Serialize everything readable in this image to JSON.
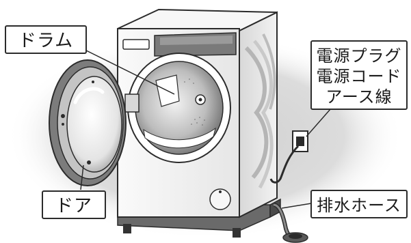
{
  "labels": {
    "drum": "ドラム",
    "door": "ドア",
    "power": [
      "電源プラグ",
      "電源コード",
      "アース線"
    ],
    "drain": "排水ホース"
  },
  "colors": {
    "background_glow": "#d9d9d9",
    "line": "#2b2b2b",
    "label_fill": "#ffffff",
    "body_light": "#f4f4f4",
    "body_shadow": "#c9c9c9",
    "base": "#5a5a5a"
  }
}
